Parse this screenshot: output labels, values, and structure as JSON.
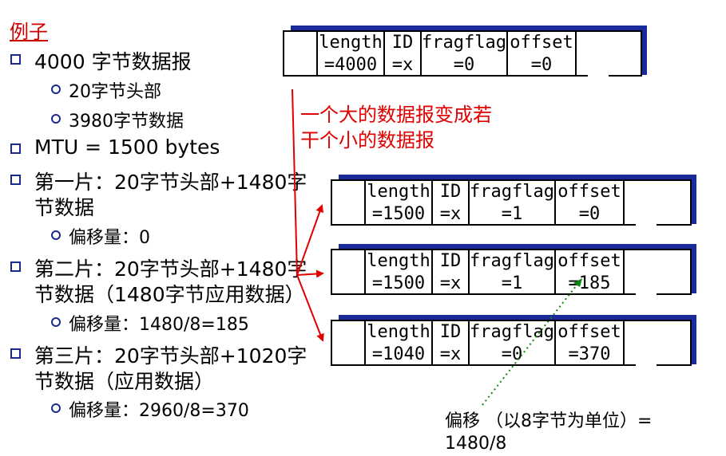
{
  "title": "例子",
  "bullets": [
    {
      "level": 1,
      "text": "4000 字节数据报"
    },
    {
      "level": 2,
      "text": "20字节头部"
    },
    {
      "level": 2,
      "text": "3980字节数据"
    },
    {
      "level": 1,
      "text": "MTU = 1500 bytes"
    },
    {
      "level": 1,
      "text": "第一片：20字节头部+1480字"
    },
    {
      "level": 1,
      "text": "节数据",
      "continuation": true
    },
    {
      "level": 2,
      "text": "偏移量：0"
    },
    {
      "level": 1,
      "text": "第二片：20字节头部+1480字"
    },
    {
      "level": 1,
      "text": "节数据（1480字节应用数据）",
      "continuation": true
    },
    {
      "level": 2,
      "text": "偏移量：1480/8=185"
    },
    {
      "level": 1,
      "text": "第三片：20字节头部+1020字"
    },
    {
      "level": 1,
      "text": "节数据（应用数据）",
      "continuation": true
    },
    {
      "level": 2,
      "text": "偏移量：2960/8=370"
    }
  ],
  "original_datagram": {
    "fields": [
      {
        "name": "length",
        "value": "=4000"
      },
      {
        "name": "ID",
        "value": "=x"
      },
      {
        "name": "fragflag",
        "value": "=0"
      },
      {
        "name": "offset",
        "value": "=0"
      }
    ]
  },
  "red_note": [
    "一个大的数据报变成若",
    "干个小的数据报"
  ],
  "fragments": [
    {
      "fields": [
        {
          "name": "length",
          "value": "=1500"
        },
        {
          "name": "ID",
          "value": "=x"
        },
        {
          "name": "fragflag",
          "value": "=1"
        },
        {
          "name": "offset",
          "value": "=0"
        }
      ]
    },
    {
      "fields": [
        {
          "name": "length",
          "value": "=1500"
        },
        {
          "name": "ID",
          "value": "=x"
        },
        {
          "name": "fragflag",
          "value": "=1"
        },
        {
          "name": "offset",
          "value": "=185"
        }
      ]
    },
    {
      "fields": [
        {
          "name": "length",
          "value": "=1040"
        },
        {
          "name": "ID",
          "value": "=x"
        },
        {
          "name": "fragflag",
          "value": "=0"
        },
        {
          "name": "offset",
          "value": "=370"
        }
      ]
    }
  ],
  "offset_note": [
    "偏移 （以8字节为单位）=",
    "1480/8"
  ],
  "colors": {
    "red": "#e00000",
    "accent_blue": "#1a2a9a",
    "green": "#0a8a0a"
  }
}
